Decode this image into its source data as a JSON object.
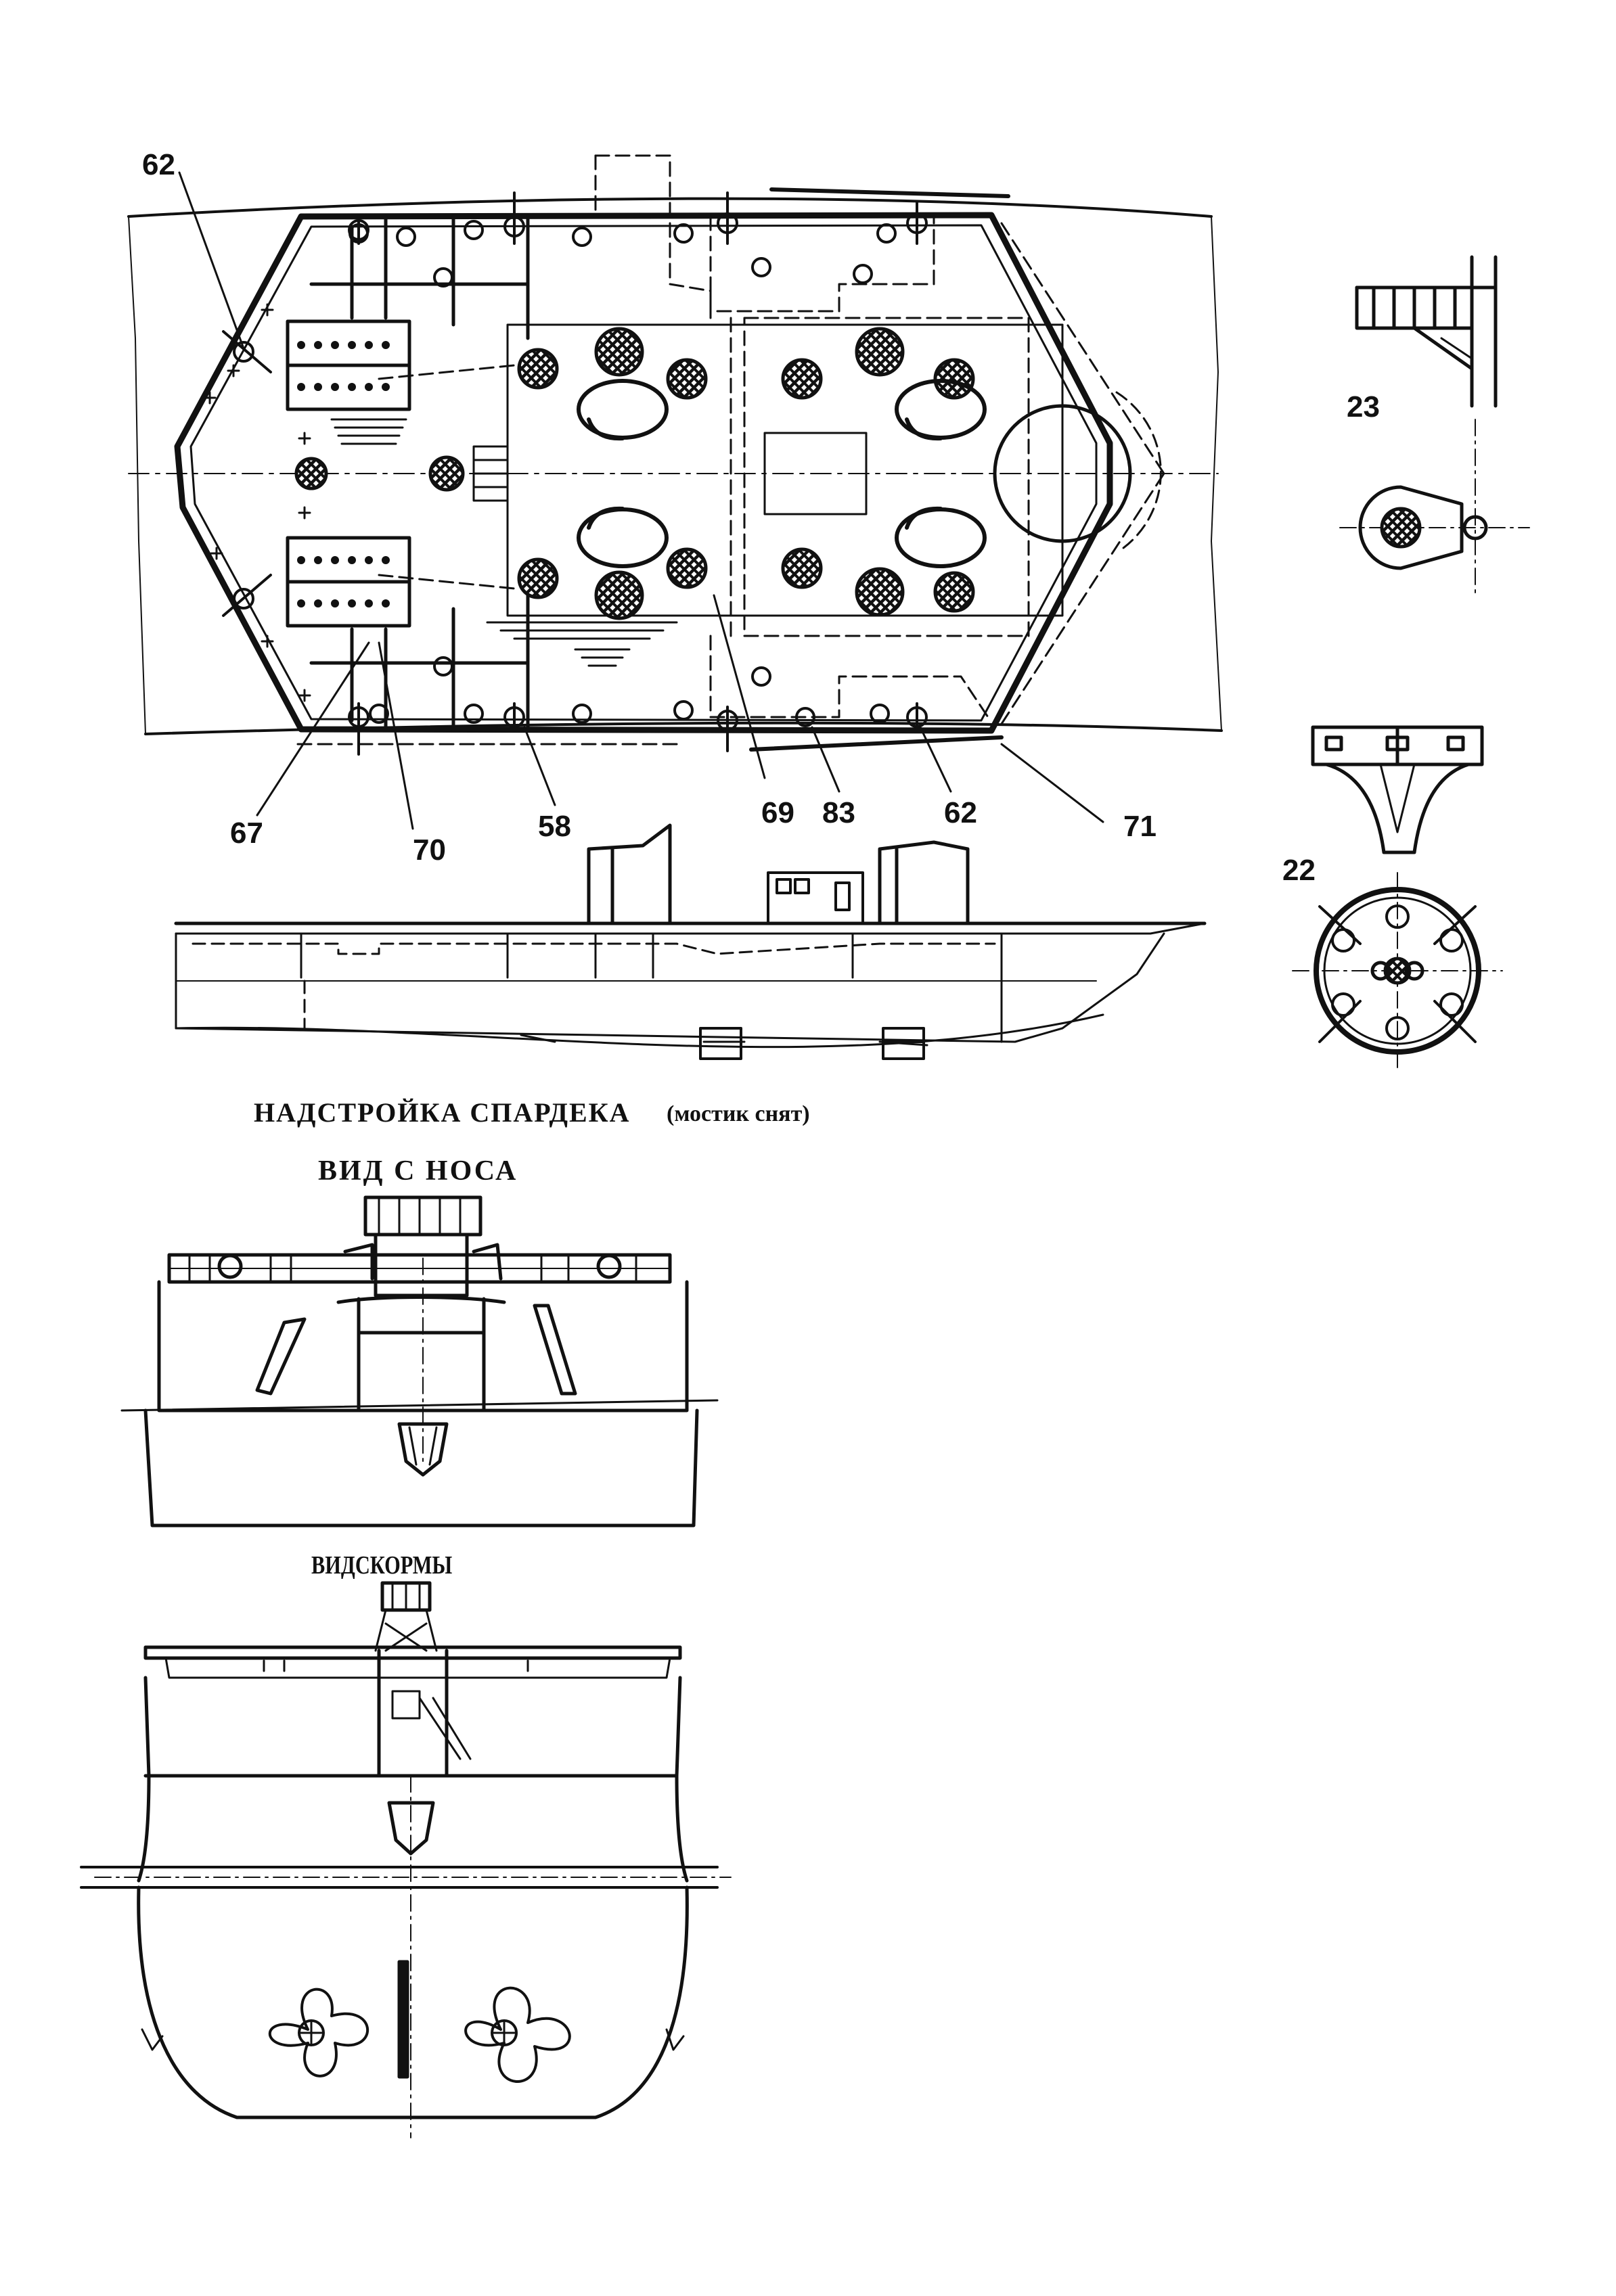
{
  "callouts": {
    "c62_top": "62",
    "c67": "67",
    "c70": "70",
    "c58": "58",
    "c69": "69",
    "c83": "83",
    "c62_bottom": "62",
    "c71": "71",
    "c23": "23",
    "c22": "22"
  },
  "captions": {
    "superstructure_title": "НАДСТРОЙКА СПАРДЕКА",
    "superstructure_note": "(мостик снят)",
    "bow_view": "ВИД С НОСА",
    "stern_view": "ВИДСКОРМЫ"
  }
}
